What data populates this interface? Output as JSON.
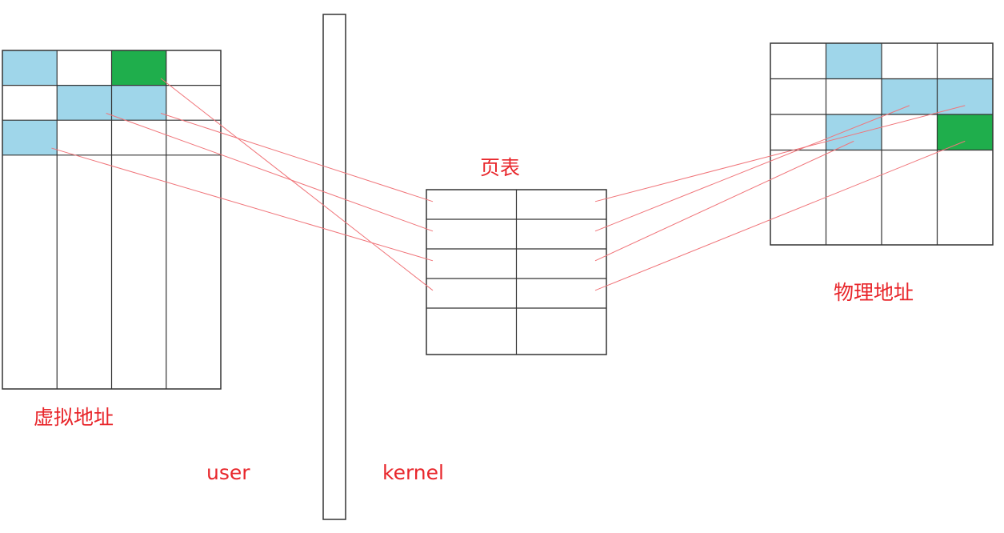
{
  "labels": {
    "virtual_address": "虚拟地址",
    "physical_address": "物理地址",
    "page_table": "页表",
    "user": "user",
    "kernel": "kernel"
  },
  "colors": {
    "used_page": "#9fd6ea",
    "special_page": "#1fae4c",
    "mapping_line": "#f0757a",
    "label_text": "#e8262b",
    "grid": "#333333"
  },
  "virtual_memory": {
    "cols": 4,
    "rows": 9,
    "highlighted": [
      {
        "row": 0,
        "col": 0,
        "kind": "used_page"
      },
      {
        "row": 0,
        "col": 2,
        "kind": "special_page"
      },
      {
        "row": 1,
        "col": 1,
        "kind": "used_page"
      },
      {
        "row": 1,
        "col": 2,
        "kind": "used_page"
      },
      {
        "row": 2,
        "col": 0,
        "kind": "used_page"
      }
    ]
  },
  "page_table": {
    "cols": 2,
    "rows": 5
  },
  "physical_memory": {
    "cols": 4,
    "rows": 6,
    "highlighted": [
      {
        "row": 0,
        "col": 1,
        "kind": "used_page"
      },
      {
        "row": 1,
        "col": 2,
        "kind": "used_page"
      },
      {
        "row": 1,
        "col": 3,
        "kind": "used_page"
      },
      {
        "row": 2,
        "col": 1,
        "kind": "used_page"
      },
      {
        "row": 2,
        "col": 3,
        "kind": "special_page"
      }
    ]
  },
  "mappings": [
    {
      "virtual": {
        "row": 0,
        "col": 2
      },
      "table_row": 3,
      "physical": {
        "row": 2,
        "col": 3
      }
    },
    {
      "virtual": {
        "row": 1,
        "col": 1
      },
      "table_row": 1,
      "physical": {
        "row": 1,
        "col": 2
      }
    },
    {
      "virtual": {
        "row": 1,
        "col": 2
      },
      "table_row": 0,
      "physical": {
        "row": 1,
        "col": 3
      }
    },
    {
      "virtual": {
        "row": 2,
        "col": 0
      },
      "table_row": 2,
      "physical": {
        "row": 2,
        "col": 1
      }
    }
  ]
}
